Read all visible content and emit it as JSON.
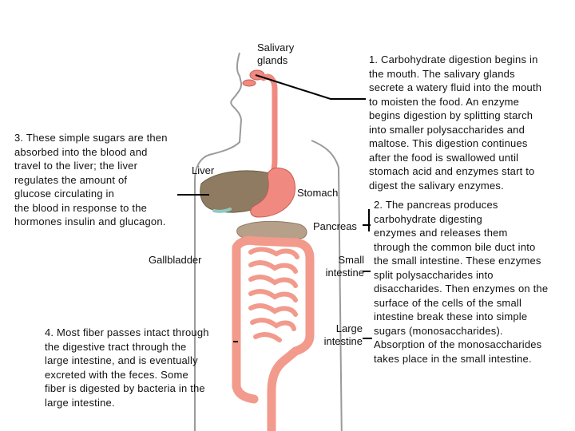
{
  "labels": {
    "salivary_glands": "Salivary\nglands",
    "liver": "Liver",
    "gallbladder": "Gallbladder",
    "stomach": "Stomach",
    "pancreas": "Pancreas",
    "small_intestine": "Small\nintestine",
    "large_intestine": "Large\nintestine"
  },
  "notes": {
    "step1": "1. Carbohydrate digestion begins in\nthe mouth. The salivary glands\nsecrete a watery fluid into the mouth\nto moisten the food. An enzyme\nbegins digestion by splitting starch\ninto smaller polysaccharides and\nmaltose. This digestion continues\nafter the food is swallowed until\nstomach acid and enzymes start to\ndigest the salivary enzymes.",
    "step2": "2. The pancreas produces\ncarbohydrate digesting\nenzymes and releases them\nthrough the common bile duct into\nthe small intestine. These enzymes\nsplit polysaccharides into\ndisaccharides. Then enzymes on the\nsurface of the cells of the small\nintestine break these into simple\nsugars (monosaccharides).\nAbsorption of the monosaccharides\ntakes place in the small intestine.",
    "step3": "3. These simple sugars are then\nabsorbed into the blood and\ntravel to the liver; the liver\nregulates the amount of\nglucose circulating in\nthe blood in response to the\nhormones insulin and glucagon.",
    "step4": "4. Most fiber passes intact through\nthe digestive tract through the\nlarge intestine, and is eventually\nexcreted with the feces. Some\nfiber is digested by bacteria in the\nlarge intestine."
  },
  "colors": {
    "tract": "#f08a80",
    "tract_dark": "#c85a55",
    "intestine": "#f29a8c",
    "liver": "#8e7b62",
    "pancreas": "#b7a08a",
    "gallbladder": "#8fc9c4",
    "body_outline": "#9a9a9a",
    "leader": "#000000"
  }
}
